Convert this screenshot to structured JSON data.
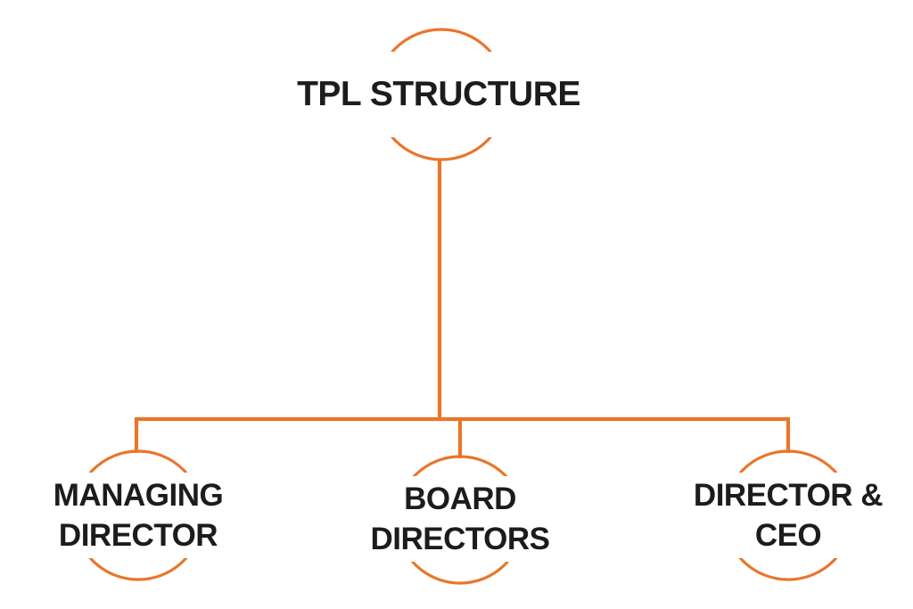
{
  "colors": {
    "accent": "#E8762C",
    "text": "#1C1C1C",
    "background": "#FFFFFF"
  },
  "diagram": {
    "type": "org-chart",
    "title": "TPL STRUCTURE",
    "root": {
      "label": "TPL STRUCTURE"
    },
    "children": [
      {
        "label": "MANAGING DIRECTOR",
        "line1": "MANAGING",
        "line2": "DIRECTOR"
      },
      {
        "label": "BOARD DIRECTORS",
        "line1": "BOARD",
        "line2": "DIRECTORS"
      },
      {
        "label": "DIRECTOR & CEO",
        "line1": "DIRECTOR &",
        "line2": "CEO"
      }
    ]
  }
}
